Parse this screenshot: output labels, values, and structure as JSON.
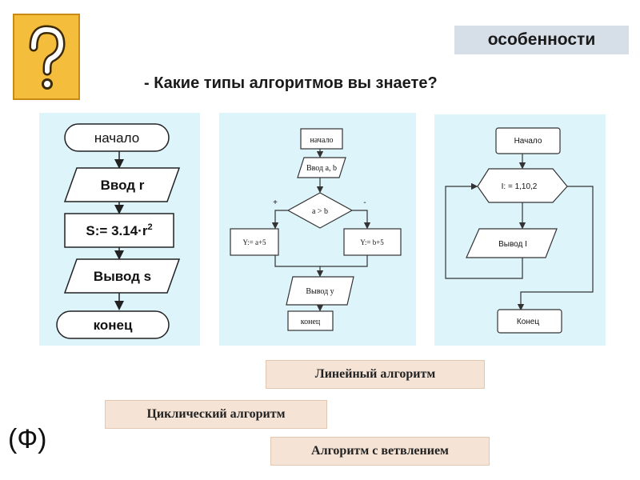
{
  "question_badge": {
    "symbol": "?"
  },
  "top_right_badge": "особенности",
  "question_text": "- Какие типы алгоритмов вы знаете?",
  "flowchart_linear": {
    "start": "начало",
    "input": "Ввод r",
    "process_prefix": "S:= 3.14·r",
    "process_exp": "2",
    "output": "Вывод s",
    "end": "конец"
  },
  "flowchart_branching": {
    "start": "начало",
    "input": "Ввод a, b",
    "condition": "a > b",
    "yes_sign": "+",
    "no_sign": "-",
    "branch_yes": "Y:= a+5",
    "branch_no": "Y:= b+5",
    "output": "Вывод y",
    "end": "конец"
  },
  "flowchart_cyclic": {
    "start": "Начало",
    "loop": "I: = 1,10,2",
    "output": "Вывод I",
    "end": "Конец"
  },
  "answer_labels": {
    "linear": "Линейный алгоритм",
    "cyclic": "Циклический алгоритм",
    "branching": "Алгоритм с ветвлением"
  },
  "corner_mark": "(Ф)",
  "colors": {
    "panel_bg": "#ddf4fb",
    "badge_bg": "#d6dfe8",
    "question_box": "#f4bd3b",
    "label_bg": "#f5e4d6"
  }
}
